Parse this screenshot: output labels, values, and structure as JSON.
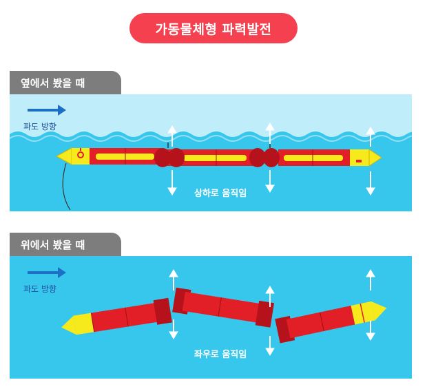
{
  "title": "가동물체형 파력발전",
  "side_view": {
    "tab_label": "옆에서 봤을 때",
    "wave_direction_label": "파도 방향",
    "motion_label": "상하로 움직임"
  },
  "top_view": {
    "tab_label": "위에서 봤을 때",
    "wave_direction_label": "파도 방향",
    "motion_label": "좌우로 움직임"
  },
  "colors": {
    "title_bg": "#f4404f",
    "tab_bg": "#7d7d7d",
    "sky": "#bfeefa",
    "water": "#38c7ec",
    "device_body": "#e21f26",
    "device_tip": "#f7ea1c",
    "joint": "#b5121b",
    "arrow": "#ffffff",
    "direction_arrow": "#1c6fc4"
  }
}
